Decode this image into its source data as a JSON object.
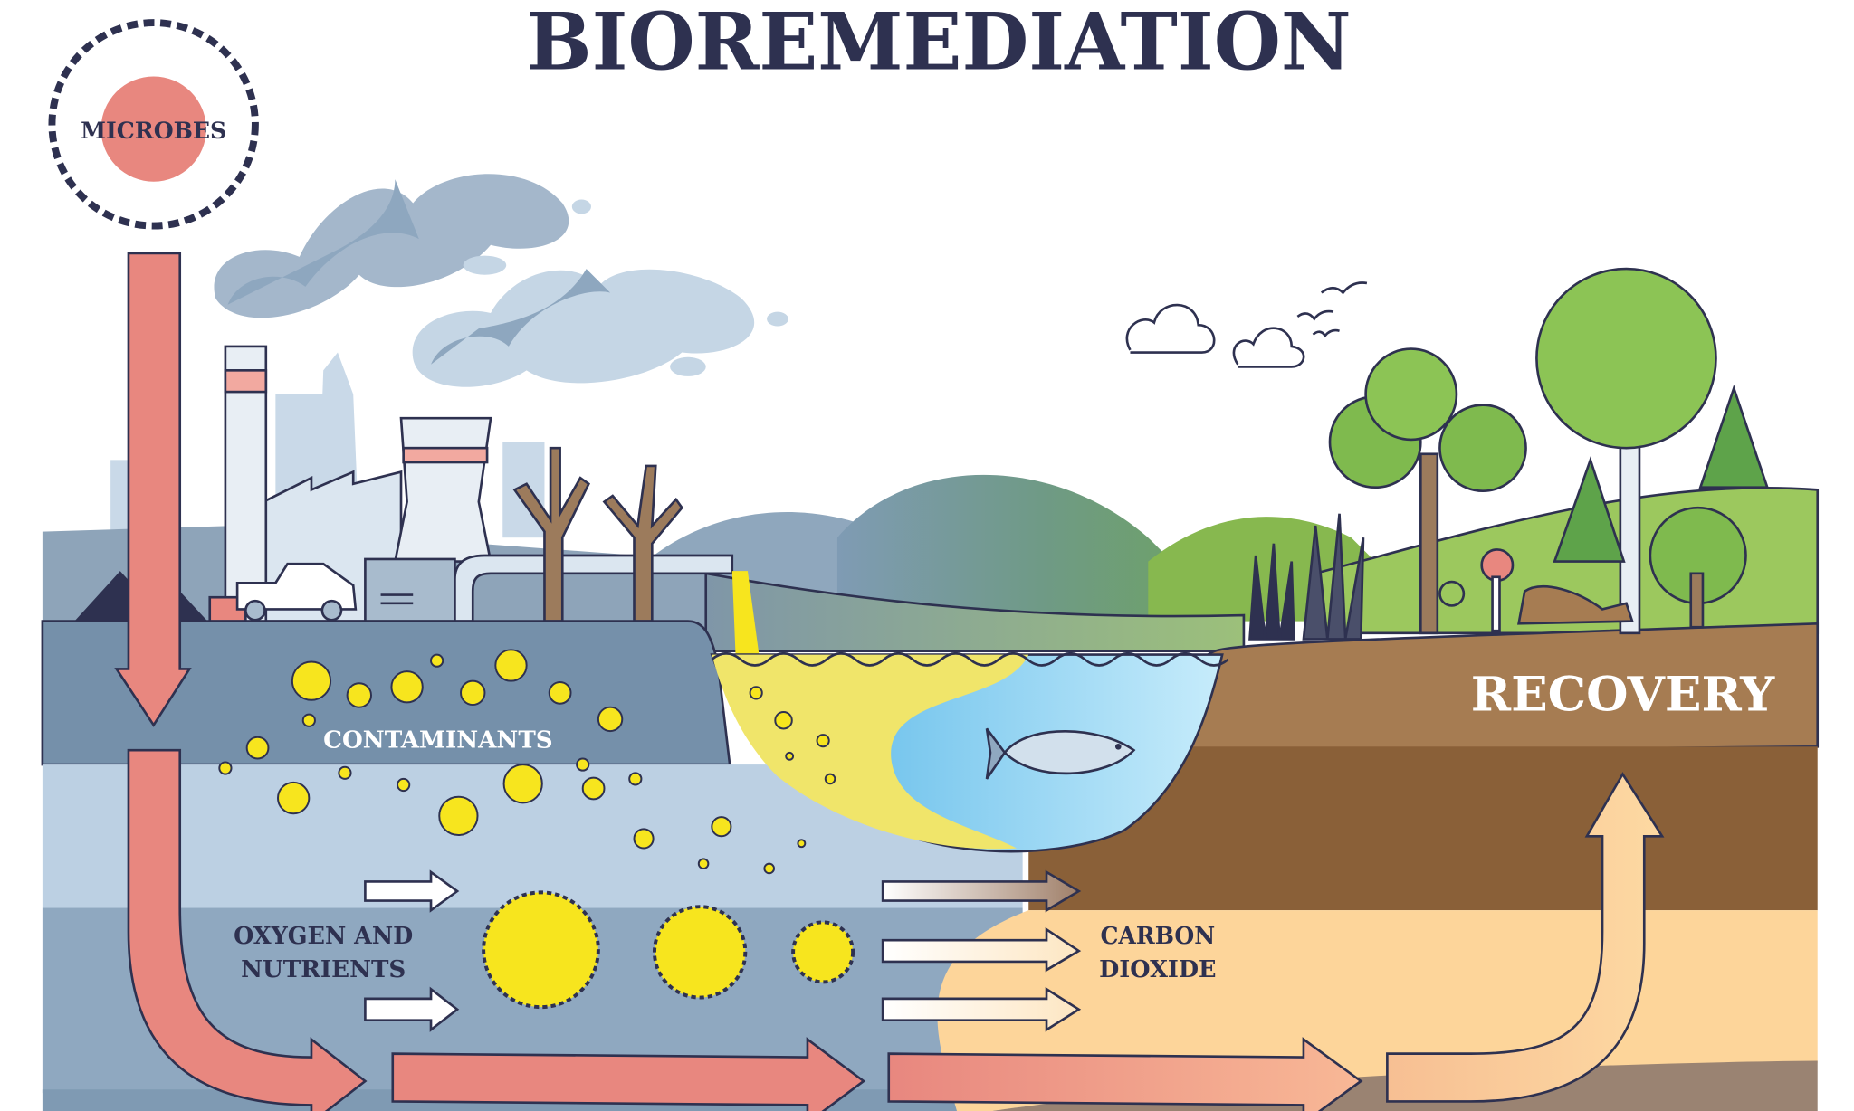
{
  "title": "BIOREMEDIATION",
  "labels": {
    "microbes": "MICROBES",
    "contaminants": "CONTAMINANTS",
    "oxygen_line1": "OXYGEN AND",
    "oxygen_line2": "NUTRIENTS",
    "carbon_line1": "CARBON",
    "carbon_line2": "DIOXIDE",
    "recovery": "RECOVERY"
  },
  "colors": {
    "title": "#2e3150",
    "arrow": "#e8877f",
    "contaminant": "#f7e51e",
    "water": "#5bbbe8",
    "soil": "#a67c52",
    "sand": "#fdd59a",
    "ground_blue": "#7590aa"
  }
}
